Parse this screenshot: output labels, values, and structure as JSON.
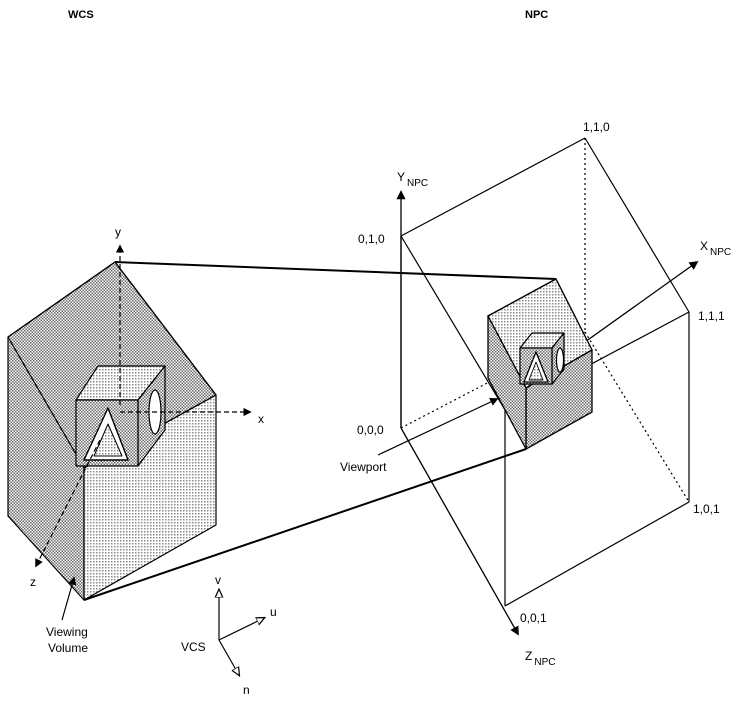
{
  "headers": {
    "left": "WCS",
    "right": "NPC"
  },
  "wcs_axes": {
    "x": "x",
    "y": "y",
    "z": "z"
  },
  "npc_axes": {
    "x_main": "X",
    "x_sub": "NPC",
    "y_main": "Y",
    "y_sub": "NPC",
    "z_main": "Z",
    "z_sub": "NPC"
  },
  "vcs_axes": {
    "label": "VCS",
    "u": "u",
    "v": "v",
    "n": "n"
  },
  "npc_corners": [
    "1,1,0",
    "0,1,0",
    "1,1,1",
    "0,0,0",
    "1,0,1",
    "0,0,1"
  ],
  "callouts": {
    "viewport": "Viewport",
    "viewing_volume_1": "Viewing",
    "viewing_volume_2": "Volume"
  },
  "colors": {
    "stroke": "#000000",
    "fill_dotted": "#c8c8c8"
  }
}
